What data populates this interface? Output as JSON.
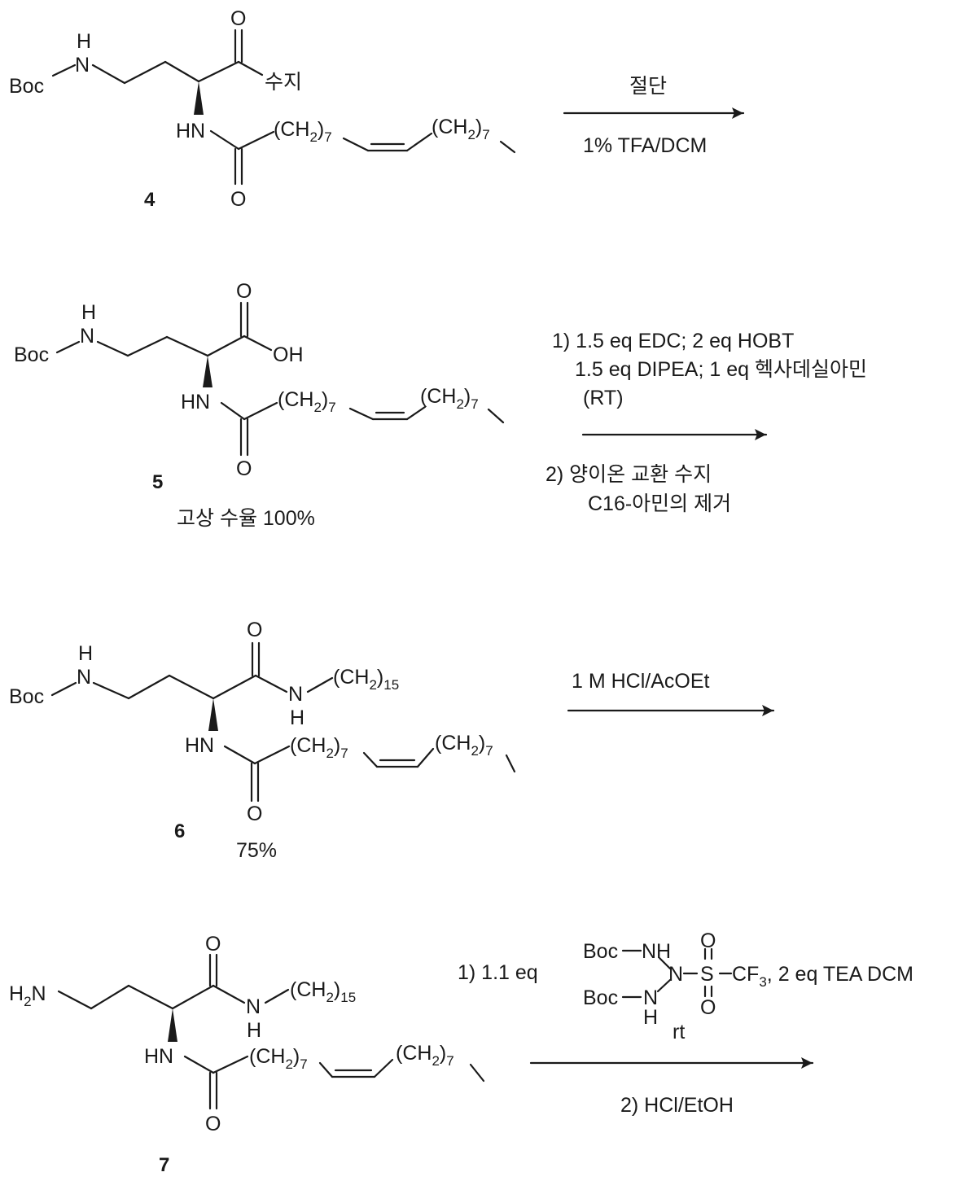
{
  "atoms": {
    "boc": "Boc",
    "nh_h": "H",
    "n": "N",
    "o": "O",
    "oh": "OH",
    "hn": "HN",
    "h2n_h": "H",
    "h2n_sub": "2",
    "h2n_n": "N"
  },
  "groups": {
    "ch2_open": "(CH",
    "ch2_sub": "2",
    "ch2_close": ")",
    "seven": "7",
    "fifteen": "15",
    "resin": "수지"
  },
  "compounds": {
    "c4": {
      "label": "4"
    },
    "c5": {
      "label": "5",
      "yield_text": "고상 수율 100%"
    },
    "c6": {
      "label": "6",
      "yield_text": "75%"
    },
    "c7": {
      "label": "7"
    }
  },
  "steps": {
    "s1": {
      "above": "절단",
      "below": "1% TFA/DCM"
    },
    "s2": {
      "line1": "1) 1.5 eq  EDC;  2 eq HOBT",
      "line2": "1.5 eq DIPEA; 1 eq 헥사데실아민",
      "line3": "(RT)",
      "line4": "2)   양이온 교환 수지",
      "line5": "C16-아민의 제거"
    },
    "s3": {
      "above": "1 M HCl/AcOEt"
    },
    "s4": {
      "eq": "1) 1.1 eq",
      "reagent_boc1": "Boc",
      "reagent_nh1": "NH",
      "reagent_boc2": "Boc",
      "reagent_n2": "N",
      "reagent_h2": "H",
      "reagent_n": "N",
      "reagent_s": "S",
      "reagent_o": "O",
      "reagent_cf": "CF",
      "reagent_cf_sub": "3",
      "reagent_tail": ", 2 eq TEA DCM",
      "rt": "rt",
      "below": "2) HCl/EtOH"
    }
  }
}
